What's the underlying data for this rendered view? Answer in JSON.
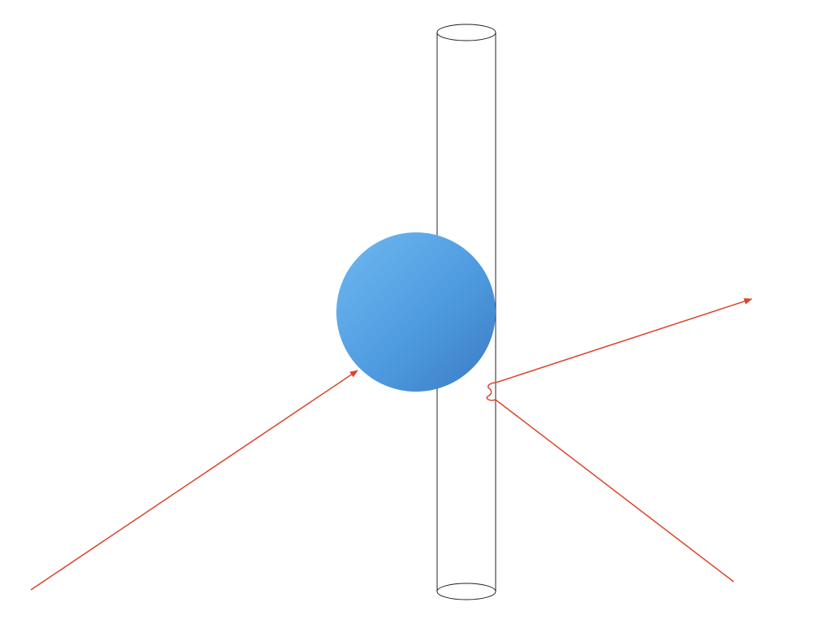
{
  "diagram": {
    "elements": [
      {
        "id": "cylinder",
        "kind": "vertical-cylinder-outline"
      },
      {
        "id": "sphere",
        "kind": "blue-shaded-sphere"
      },
      {
        "id": "incoming-ray",
        "kind": "arrow",
        "points_toward": "sphere"
      },
      {
        "id": "reflected-ray",
        "kind": "arrow",
        "points_toward": "upper-right"
      },
      {
        "id": "lower-ray",
        "kind": "line",
        "from": "cylinder-right-edge",
        "toward": "lower-right"
      },
      {
        "id": "kink",
        "kind": "small-loop",
        "on": "cylinder-right-edge"
      }
    ],
    "colors": {
      "ray": "#d9452b",
      "outline": "#222222",
      "sphere_light": "#6fb8f0",
      "sphere_mid": "#4f9be0",
      "sphere_dark": "#3a7bc4",
      "background": "#ffffff"
    }
  }
}
